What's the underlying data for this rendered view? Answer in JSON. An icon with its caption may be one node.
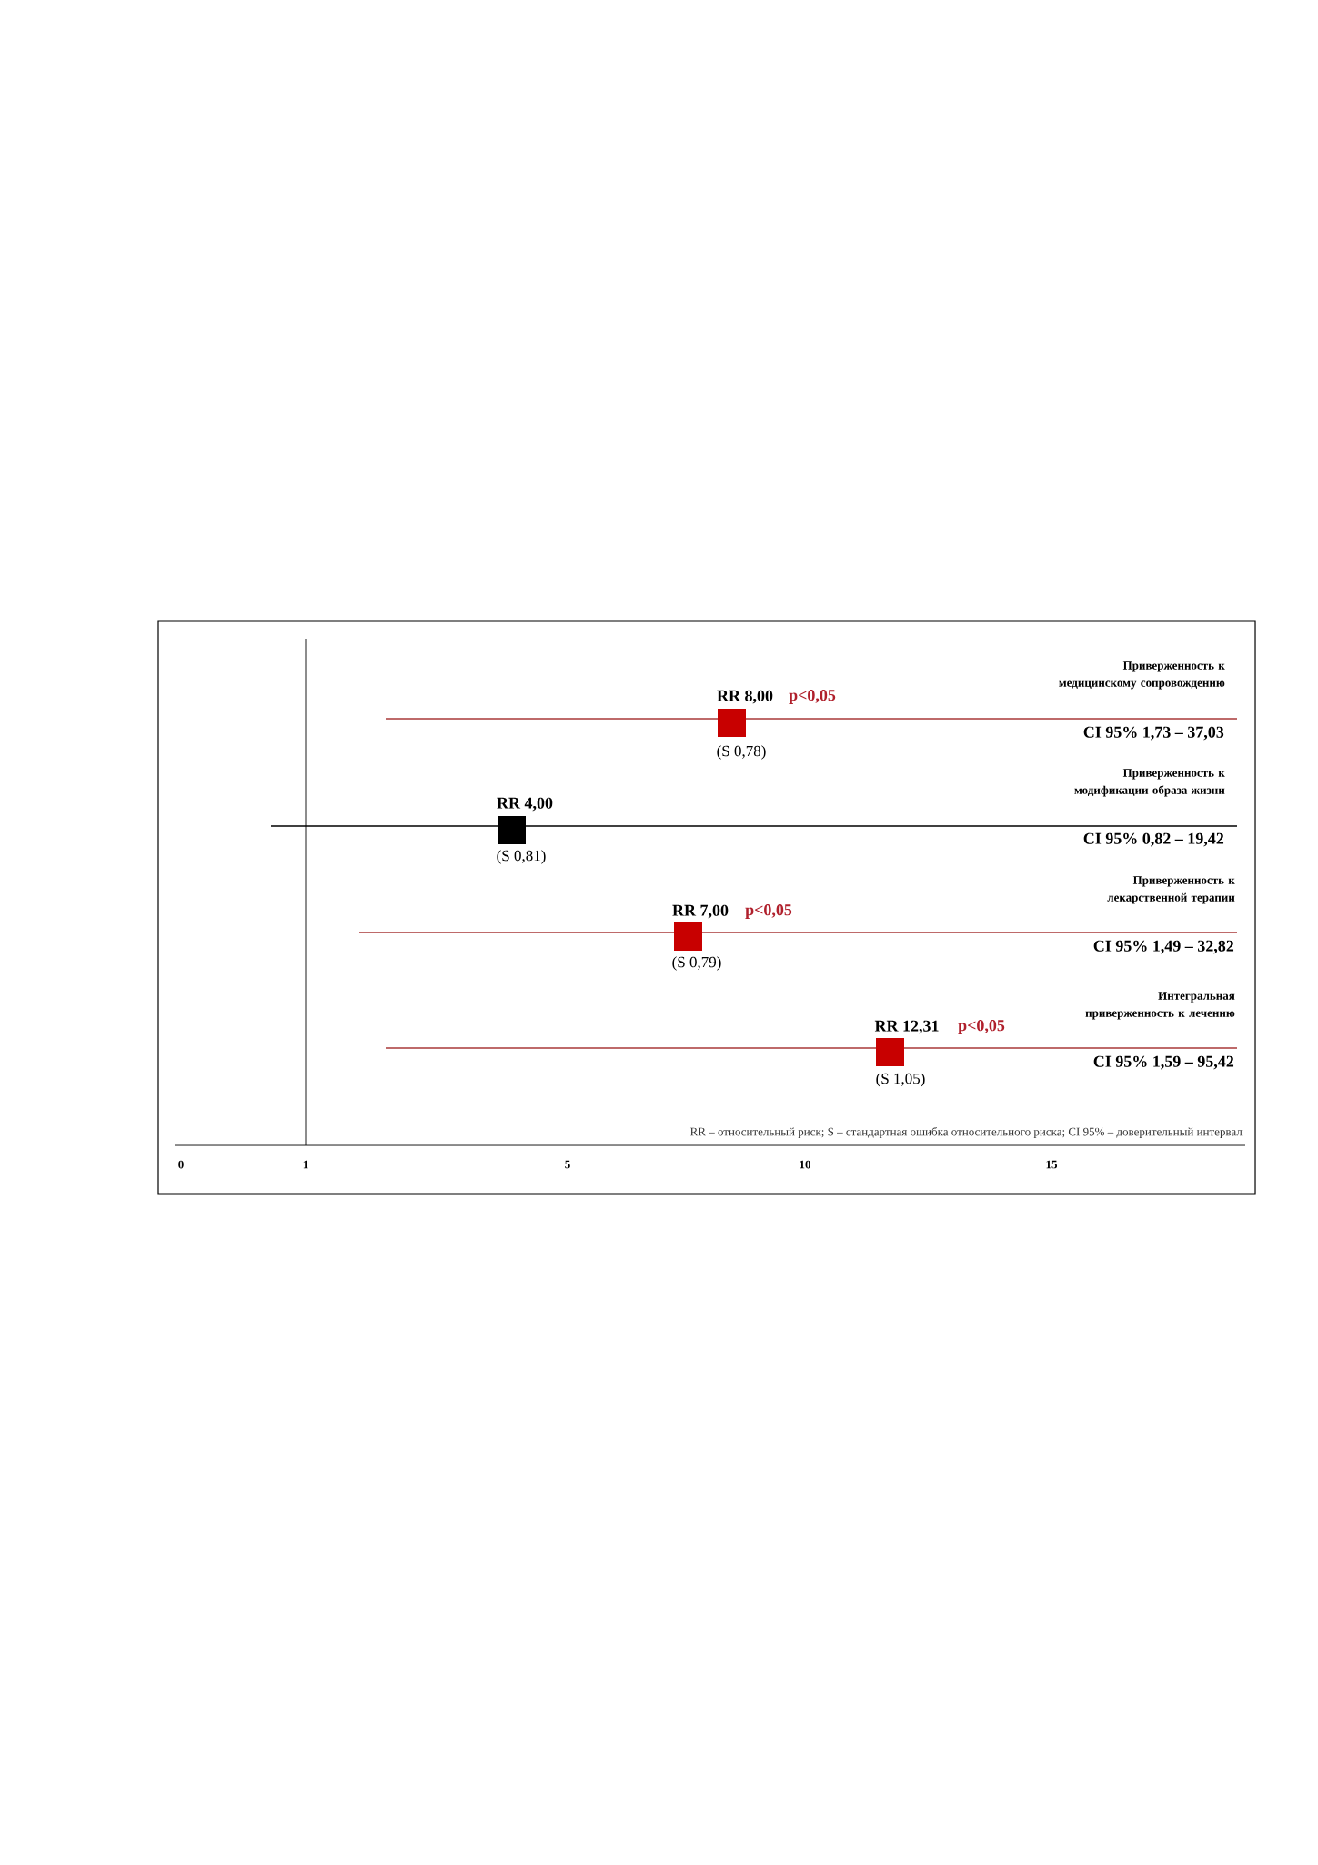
{
  "diagram": {
    "labels": [
      "Приверженность к медицинскому сопровождению",
      "RR 8,00",
      "p<0,05",
      "CI 95% 1,73 – 37,03",
      "(S 0,78)",
      "Приверженность к модификации образа жизни",
      "RR 4,00",
      "CI 95% 0,82 – 19,42",
      "(S 0,81)",
      "Приверженность к лекарственной терапии",
      "RR 7,00",
      "p<0,05",
      "CI 95% 1,49 – 32,82",
      "(S 0,79)",
      "Интегральная приверженность к лечению",
      "RR 12,31",
      "p<0,05",
      "CI 95% 1,59 – 95,42",
      "(S 1,05)",
      "RR – относительный риск; S – стандартная ошибка относительного риска; CI 95% –  доверительный интервал",
      "0",
      "1",
      "5",
      "10",
      "15"
    ]
  }
}
